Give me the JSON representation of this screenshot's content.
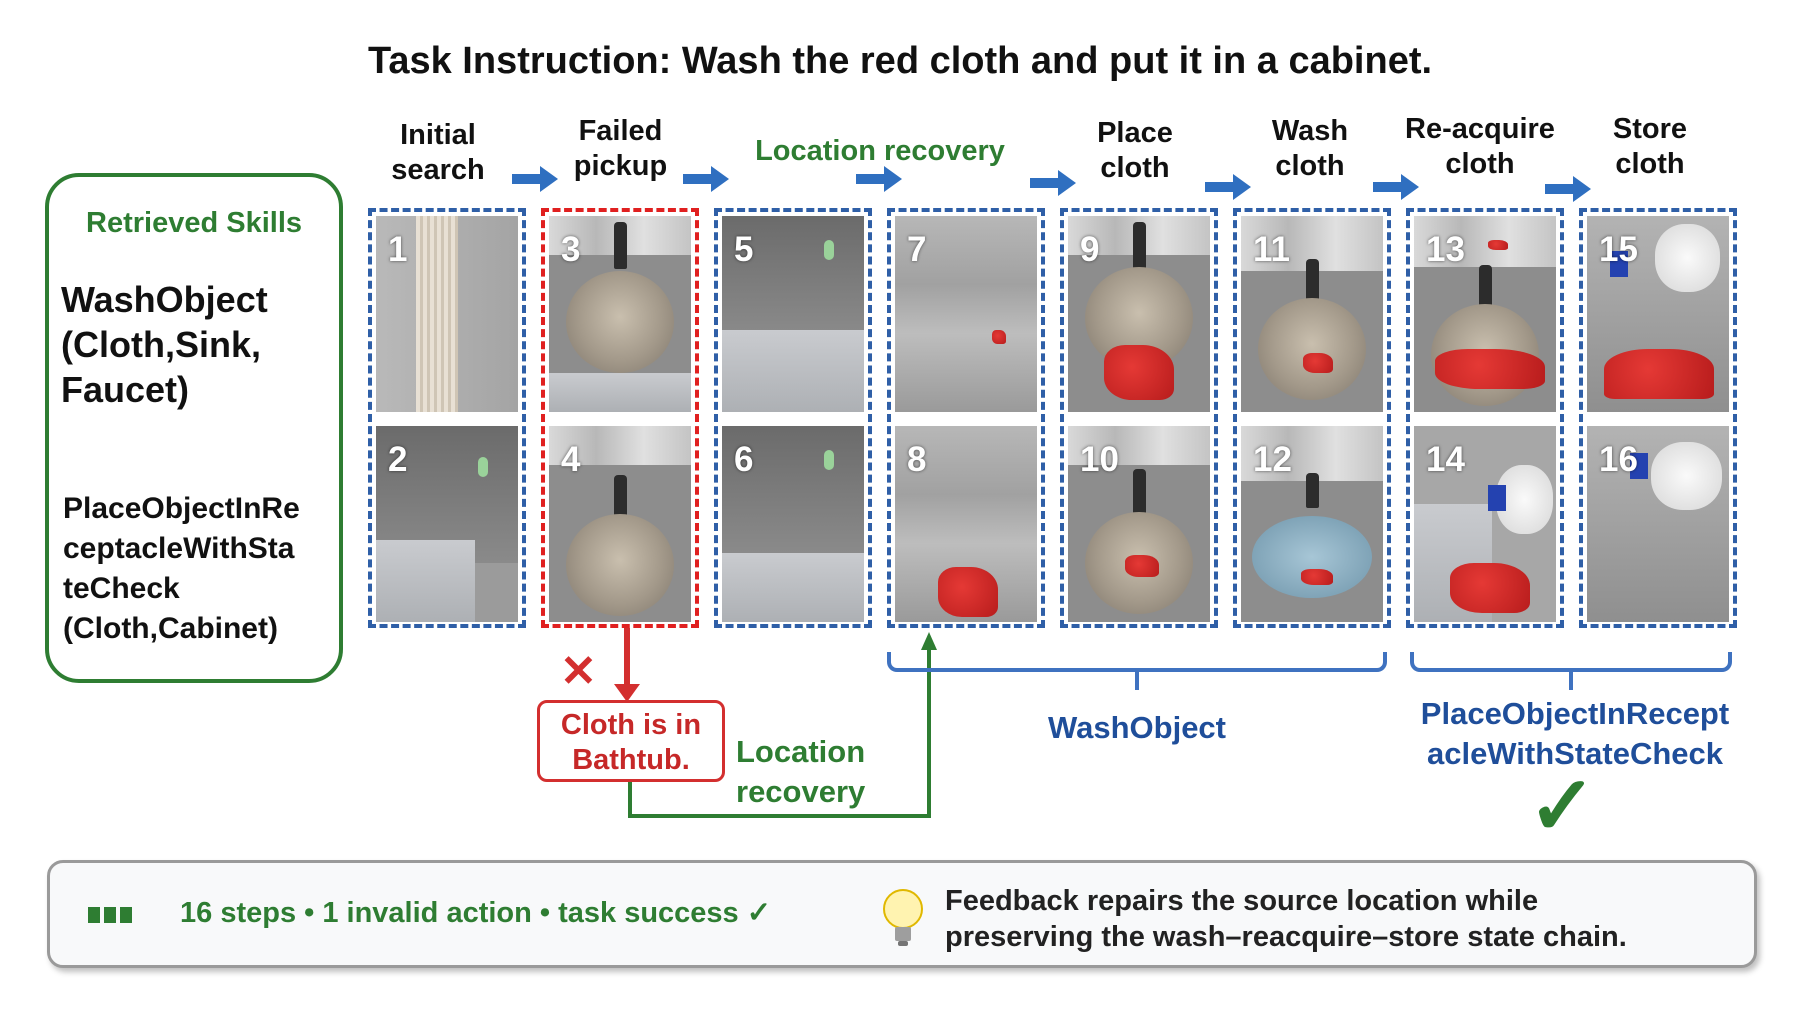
{
  "title": "Task Instruction: Wash the red cloth and put it in a cabinet.",
  "retrieved_skills": {
    "heading": "Retrieved Skills",
    "skill_1": [
      "WashObject",
      "(Cloth,Sink,",
      "Faucet)"
    ],
    "skill_2": [
      "PlaceObjectInRe",
      "ceptacleWithSta",
      "teCheck",
      "(Cloth,Cabinet)"
    ]
  },
  "stages": {
    "initial_search": [
      "Initial",
      "search"
    ],
    "failed_pickup": [
      "Failed",
      "pickup"
    ],
    "location_recovery": "Location recovery",
    "place_cloth": [
      "Place",
      "cloth"
    ],
    "wash_cloth": [
      "Wash",
      "cloth"
    ],
    "reacquire_cloth": [
      "Re-acquire",
      "cloth"
    ],
    "store_cloth": [
      "Store",
      "cloth"
    ]
  },
  "steps": [
    "1",
    "2",
    "3",
    "4",
    "5",
    "6",
    "7",
    "8",
    "9",
    "10",
    "11",
    "12",
    "13",
    "14",
    "15",
    "16"
  ],
  "failure": {
    "mark": "✕",
    "message": [
      "Cloth is in",
      "Bathtub."
    ],
    "recovery_label": [
      "Location",
      "recovery"
    ]
  },
  "skill_groups": {
    "wash": "WashObject",
    "place": [
      "PlaceObjectInRecept",
      "acleWithStateCheck"
    ],
    "success_mark": "✓"
  },
  "footer": {
    "stats": "16 steps • 1 invalid action • task success ✓",
    "feedback": [
      "Feedback repairs the source location while",
      "preserving the wash–reacquire–store state chain."
    ]
  },
  "colors": {
    "green": "#2e7d32",
    "blue": "#1f4e9a",
    "red": "#d32f2f",
    "dash_blue": "#2f5fa7"
  }
}
